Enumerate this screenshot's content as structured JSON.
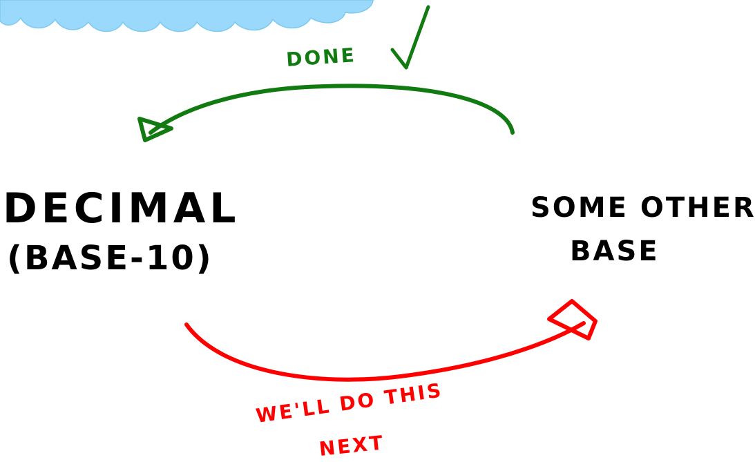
{
  "colors": {
    "background": "#ffffff",
    "cloud": "#9ad9fb",
    "cloud_edge": "#7cc8ee",
    "ink": "#000000",
    "done": "#117a11",
    "next": "#ff0000"
  },
  "nodes": {
    "decimal": {
      "title": "DECIMAL",
      "subtitle": "(BASE-10)"
    },
    "other": {
      "line1": "SOME   OTHER",
      "line2": "BASE"
    }
  },
  "arrows": {
    "done": {
      "label": "DONE",
      "mark_icon": "checkmark-icon"
    },
    "next": {
      "label_line1": "WE'LL  DO  THIS",
      "label_line2": "NEXT"
    }
  }
}
